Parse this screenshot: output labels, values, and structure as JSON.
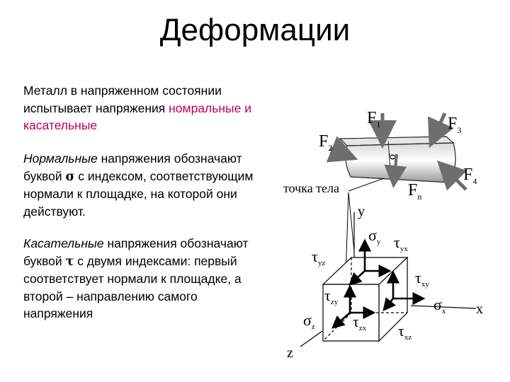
{
  "title": "Деформации",
  "para1": {
    "line1": "Металл в напряженном состоянии",
    "line2_prefix": "испытывает напряжения ",
    "line2_highlight": "номральные и",
    "line3_highlight": "касательные"
  },
  "para2": {
    "line1_italic": "Нормальные",
    "line1_rest": " напряжения обозначают",
    "line2_prefix": "буквой ",
    "symbol": "σ",
    "line2_rest": " с индексом, соответствующим",
    "line3": "нормали к площадке, на которой они",
    "line4": "действуют."
  },
  "para3": {
    "line1_italic": "Касательные",
    "line1_rest": " напряжения обозначают",
    "line2_prefix": "буквой ",
    "symbol": "τ",
    "line2_rest": "  с двумя индексами: первый",
    "line3": "соответствует нормали к площадке, а",
    "line4": "второй – направлению самого",
    "line5": "напряжения"
  },
  "figure": {
    "point_label": "точка тела",
    "forces": [
      {
        "sym": "F",
        "sub": "1"
      },
      {
        "sym": "F",
        "sub": "2"
      },
      {
        "sym": "F",
        "sub": "3"
      },
      {
        "sym": "F",
        "sub": "4"
      },
      {
        "sym": "F",
        "sub": "n"
      }
    ],
    "body_mark": "σ",
    "axes": {
      "x": "x",
      "y": "y",
      "z": "z"
    },
    "stresses": [
      {
        "sym": "σ",
        "sub": "y"
      },
      {
        "sym": "τ",
        "sub": "yx"
      },
      {
        "sym": "τ",
        "sub": "yz"
      },
      {
        "sym": "τ",
        "sub": "xy"
      },
      {
        "sym": "σ",
        "sub": "x"
      },
      {
        "sym": "τ",
        "sub": "zy"
      },
      {
        "sym": "σ",
        "sub": "z"
      },
      {
        "sym": "τ",
        "sub": "zx"
      },
      {
        "sym": "τ",
        "sub": "xz"
      }
    ]
  }
}
